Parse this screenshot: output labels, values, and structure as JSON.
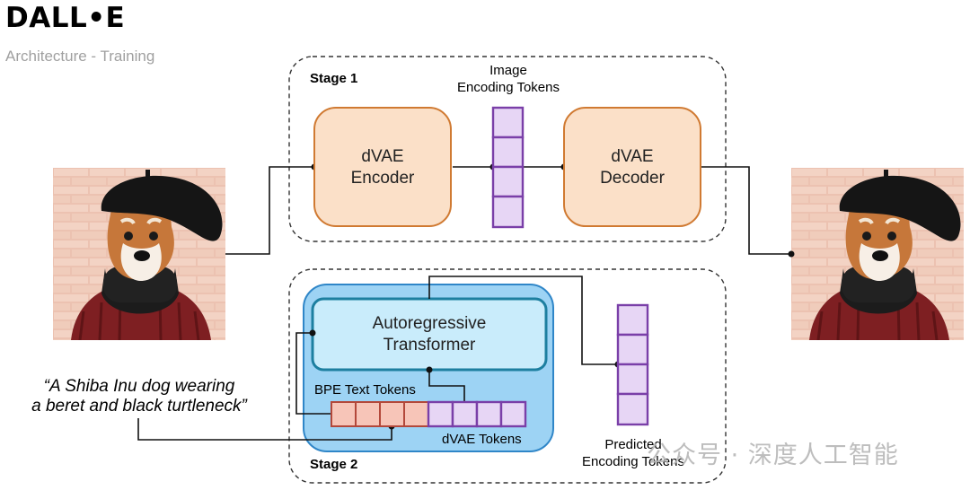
{
  "header": {
    "title": "DALL•E",
    "subtitle": "Architecture - Training"
  },
  "stage1": {
    "label": "Stage 1",
    "encoder_line1": "dVAE",
    "encoder_line2": "Encoder",
    "tokens_line1": "Image",
    "tokens_line2": "Encoding Tokens",
    "decoder_line1": "dVAE",
    "decoder_line2": "Decoder",
    "token_cells": 4
  },
  "stage2": {
    "label": "Stage 2",
    "transformer_line1": "Autoregressive",
    "transformer_line2": "Transformer",
    "bpe_label": "BPE Text Tokens",
    "dvae_tokens_label": "dVAE Tokens",
    "predicted_line1": "Predicted",
    "predicted_line2": "Encoding Tokens",
    "bpe_cells": 4,
    "dvae_cells": 4,
    "predicted_cells": 4
  },
  "caption": {
    "line1": "“A Shiba Inu dog wearing",
    "line2": "a beret and black turtleneck”"
  },
  "watermark": "公众号 · 深度人工智能",
  "images": {
    "input_image": "shiba-inu-beret-photo",
    "output_image": "shiba-inu-beret-photo"
  },
  "colors": {
    "orange_fill": "#fbe0c8",
    "orange_stroke": "#d07a32",
    "purple_fill": "#e7d6f5",
    "purple_stroke": "#7a3fa8",
    "blue_fill": "#9dd3f4",
    "blue_stroke": "#2f86c8",
    "inner_blue_fill": "#c9ecfb",
    "pink_fill": "#f7c5b8",
    "pink_stroke": "#b3483a"
  }
}
